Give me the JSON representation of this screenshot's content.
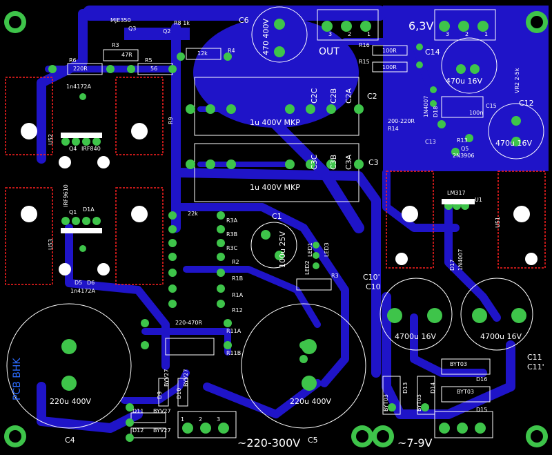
{
  "board": {
    "colors": {
      "background": "#000000",
      "copper": "#1f14c8",
      "pad": "#3ec44a",
      "silkscreen": "#ffffff",
      "outline": "#ff2020",
      "mirror_text": "#2b6bff"
    },
    "mirrored_label": "PCB BHK",
    "connectors": {
      "out_label": "OUT",
      "heater_label": "6,3V",
      "ac_in_label": "~220-300V",
      "ac_low_label": "~7-9V",
      "pin_1": "1",
      "pin_2": "2",
      "pin_3": "3"
    },
    "transistors": {
      "q3": "Q3",
      "mje350": "MJE350",
      "q1": "Q1",
      "q2": "Q2",
      "q4": "Q4",
      "q5": "Q5",
      "irf840": "IRF840",
      "irf9610": "IRF9610",
      "n2n3906": "2N3906",
      "lm317": "LM317",
      "u1": "U1",
      "u51": "U51",
      "u52": "U52",
      "u53": "U53"
    },
    "resistors": {
      "r8": "R8  1k",
      "r3_top": "R3",
      "r4": "R4",
      "r6": "R6",
      "r5": "R5",
      "r9": "R9",
      "r16": "R16",
      "r15": "R15",
      "r14": "R14",
      "r13": "R13",
      "vr2": "VR2  2-5k",
      "v_220r": "220R",
      "v_47r": "47R",
      "v_56": "56",
      "v_12k": "12k",
      "v_100r_a": "100R",
      "v_100r_b": "100R",
      "v_200_220r": "200-220R",
      "v_220_470r": "220-470R",
      "v_22k": "22k",
      "r3a": "R3A",
      "r3b": "R3B",
      "r3c": "R3C",
      "r2": "R2",
      "r1b": "R1B",
      "r1a": "R1A",
      "r12": "R12",
      "r11a": "R11A",
      "r11b": "R11B",
      "r3_mid": "R3"
    },
    "capacitors": {
      "c6": "C6",
      "c6_val": "470 400V",
      "c2": "C2",
      "c2a": "C2A",
      "c2b": "C2B",
      "c2c": "C2C",
      "c3": "C3",
      "c3a": "C3A",
      "c3b": "C3B",
      "c3c": "C3C",
      "mkp1": "1u 400V MKP",
      "mkp2": "1u 400V MKP",
      "c14": "C14",
      "c14_val": "470u 16V",
      "c12": "C12",
      "c12_val": "470u 16V",
      "c13": "C13",
      "c15": "C15",
      "c15_val": "100n",
      "c1": "C1",
      "c1_val": "100u 25V",
      "c10": "C10",
      "c10p": "C10'",
      "c11": "C11",
      "c11p": "C11'",
      "big_a": "4700u 16V",
      "big_b": "4700u 16V",
      "c4": "C4",
      "c4_val": "220u 400V",
      "c5": "C5",
      "c5_val": "220u 400V"
    },
    "diodes": {
      "d1a": "D1A",
      "n4172a_top": "1n4172A",
      "n4172a_bot": "1n4172A",
      "d5": "D5",
      "d6": "D6",
      "d17": "D17",
      "d18": "D18",
      "n4007_a": "1N4007",
      "n4007_b": "1N4007",
      "d9": "D9",
      "d10": "D10",
      "d11": "D11",
      "d12": "D12",
      "byv27_a": "BYV27",
      "byv27_b": "BYV27",
      "byv27_c": "BYV27",
      "byv27_d": "BYV27",
      "d13": "D13",
      "d14": "D14",
      "d15": "D15",
      "d16": "D16",
      "byt03_a": "BYT03",
      "byt03_b": "BYT03",
      "byt03_c": "BYT03",
      "byt03_d": "BYT03",
      "led1": "LED1",
      "led2": "LED2",
      "led3": "LED3"
    }
  }
}
